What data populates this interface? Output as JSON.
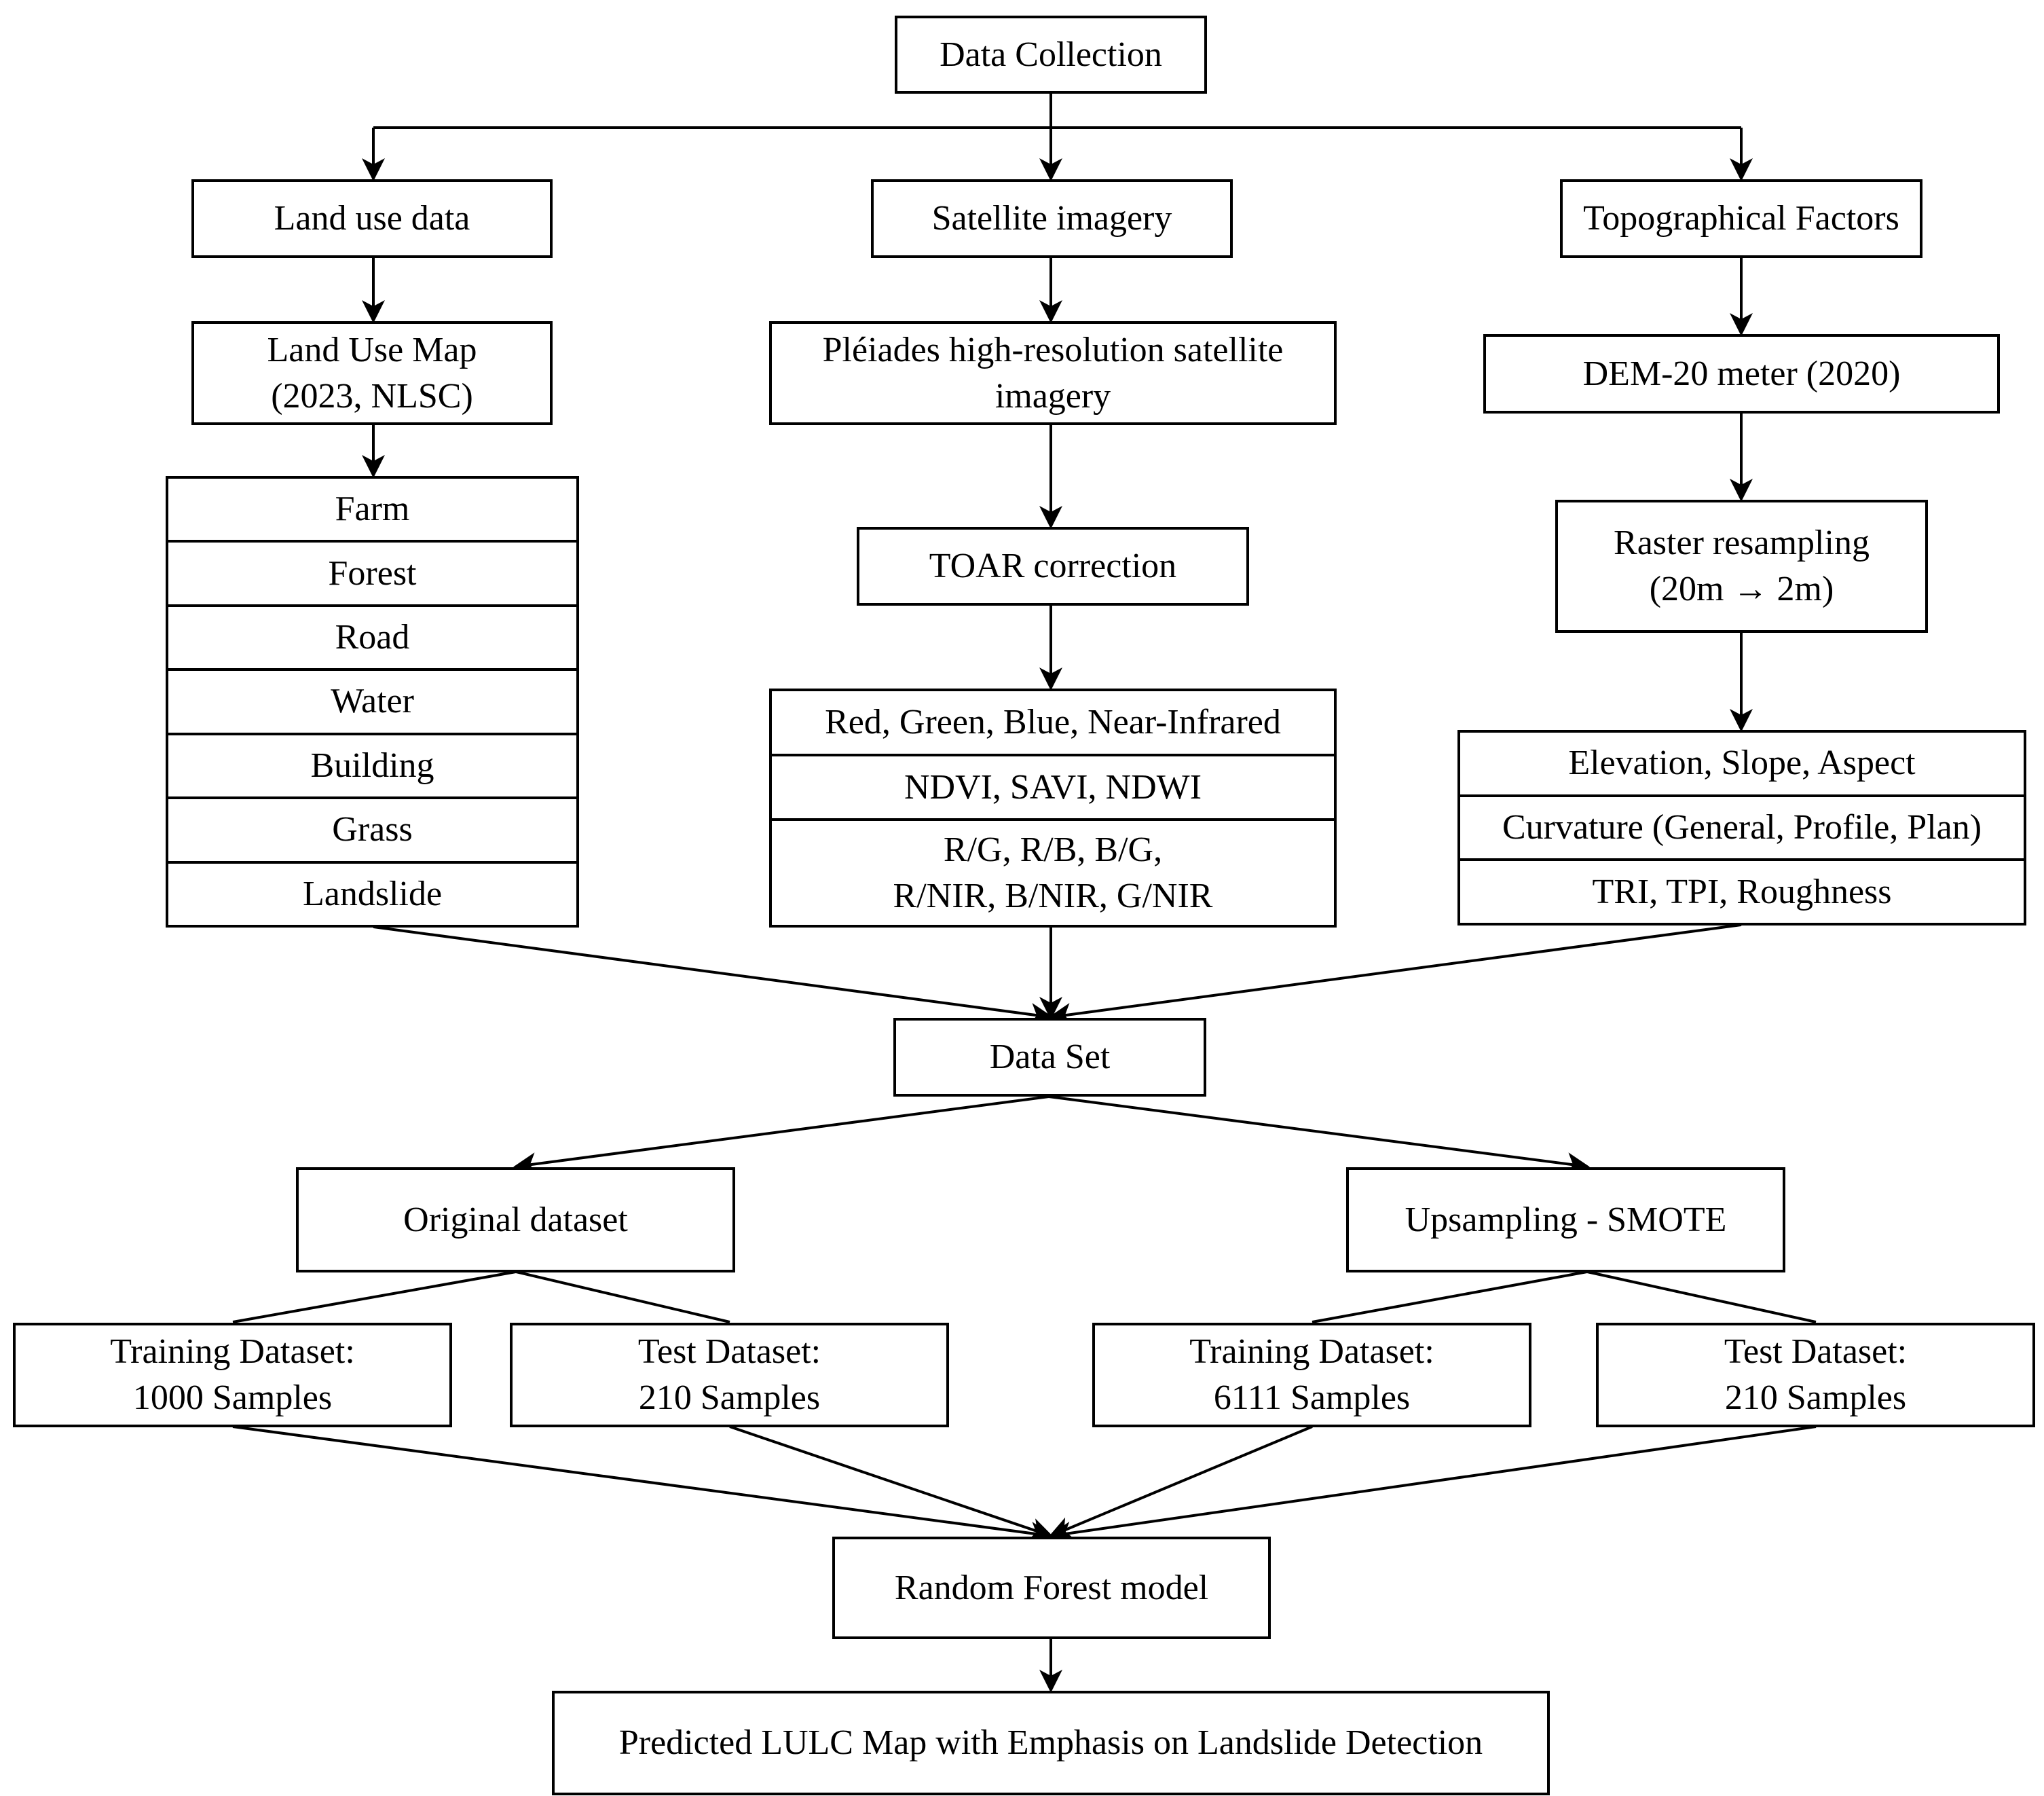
{
  "top": {
    "data_collection": "Data Collection"
  },
  "land": {
    "title": "Land use data",
    "map": "Land Use Map\n(2023, NLSC)",
    "classes": [
      "Farm",
      "Forest",
      "Road",
      "Water",
      "Building",
      "Grass",
      "Landslide"
    ]
  },
  "satellite": {
    "title": "Satellite imagery",
    "source": "Pléiades high-resolution satellite\nimagery",
    "correction": "TOAR correction",
    "features": [
      "Red, Green, Blue, Near-Infrared",
      "NDVI, SAVI, NDWI",
      "R/G, R/B, B/G,\nR/NIR, B/NIR, G/NIR"
    ]
  },
  "topo": {
    "title": "Topographical Factors",
    "dem": "DEM-20 meter (2020)",
    "resample": "Raster resampling\n(20m → 2m)",
    "features": [
      "Elevation, Slope, Aspect",
      "Curvature (General, Profile, Plan)",
      "TRI, TPI, Roughness"
    ]
  },
  "dataset": {
    "title": "Data Set",
    "original": "Original dataset",
    "smote": "Upsampling - SMOTE",
    "orig_train": "Training Dataset:\n1000 Samples",
    "orig_test": "Test Dataset:\n210 Samples",
    "smote_train": "Training Dataset:\n6111 Samples",
    "smote_test": "Test Dataset:\n210 Samples"
  },
  "model": {
    "name": "Random Forest model",
    "output": "Predicted LULC Map with Emphasis on Landslide Detection"
  }
}
